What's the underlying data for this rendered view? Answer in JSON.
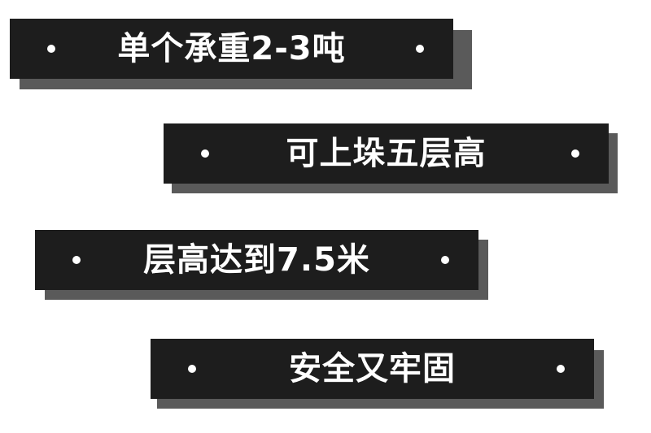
{
  "banners": [
    {
      "text": "单个承重2-3吨"
    },
    {
      "text": "可上垛五层高"
    },
    {
      "text": "层高达到7.5米"
    },
    {
      "text": "安全又牢固"
    }
  ],
  "colors": {
    "background": "#ffffff",
    "banner_face": "#1d1d1d",
    "banner_shadow": "#5a5a5a",
    "text": "#ffffff"
  },
  "icons": [
    "bullet-dot-icon"
  ]
}
